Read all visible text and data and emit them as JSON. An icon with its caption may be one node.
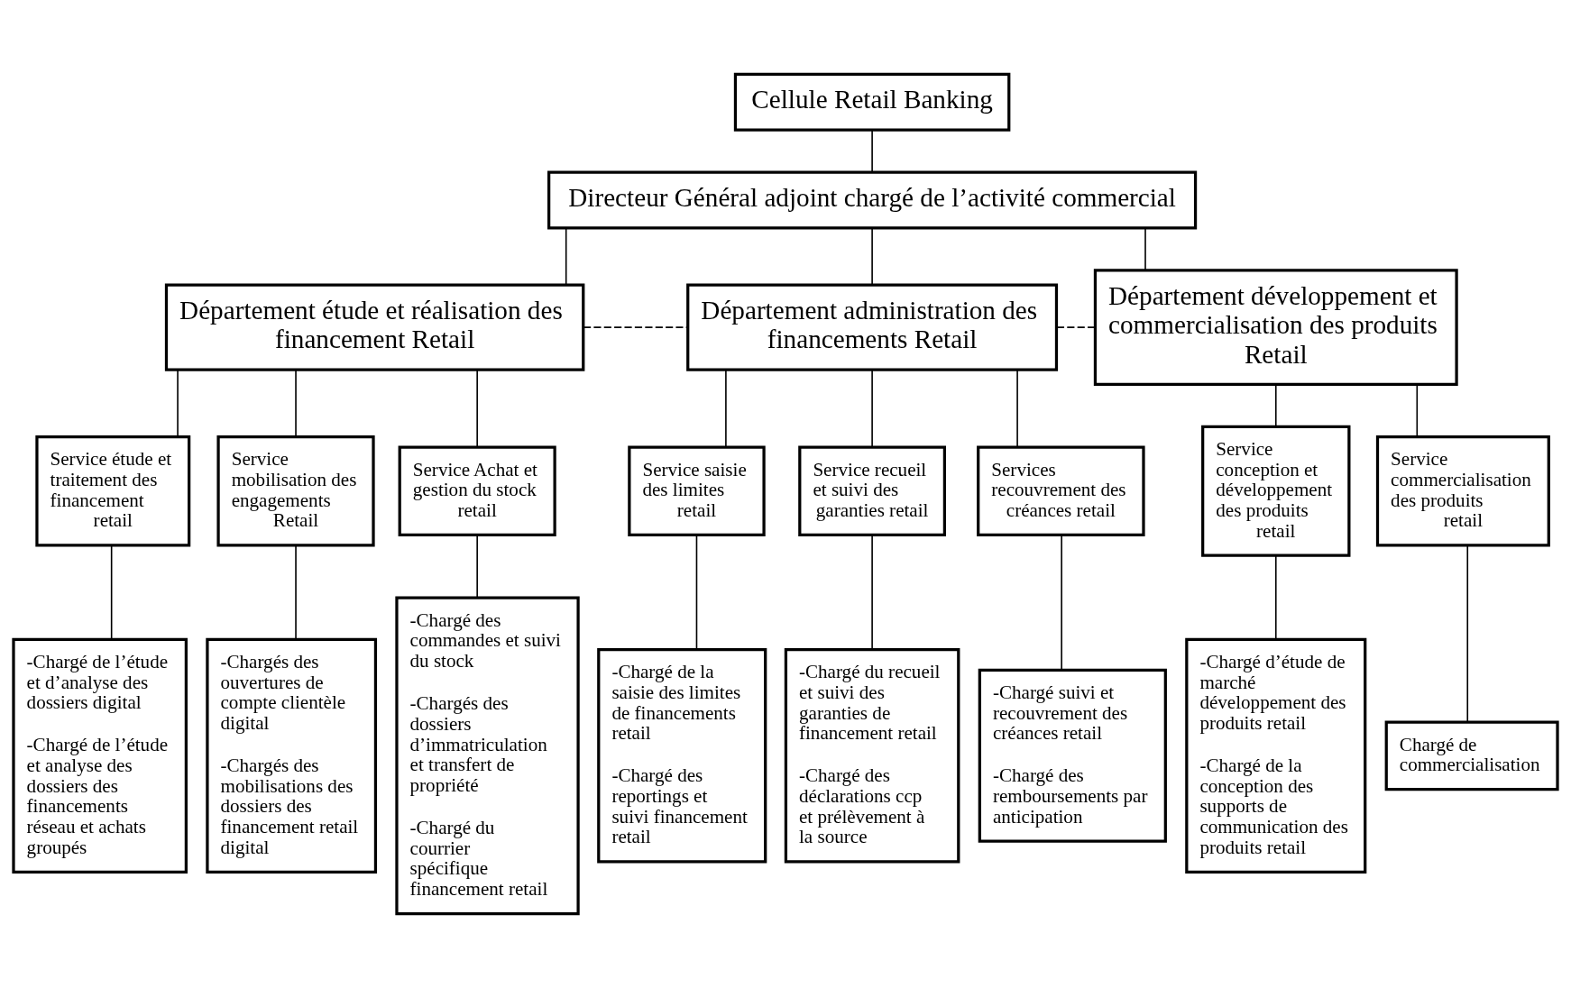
{
  "diagram": {
    "nodes": [
      {
        "text": [
          "Cellule Retail Banking"
        ]
      },
      {
        "text": [
          "Directeur Général adjoint chargé de l’activité commercial"
        ]
      },
      {
        "text": [
          "Département étude et réalisation des financement Retail"
        ]
      },
      {
        "text": [
          "Département administration des financements Retail"
        ]
      },
      {
        "text": [
          "Département développement et commercialisation des produits Retail"
        ]
      },
      {
        "text": [
          "Service étude et traitement des financement retail"
        ]
      },
      {
        "text": [
          "Service mobilisation des engagements Retail"
        ]
      },
      {
        "text": [
          "Service Achat et gestion du stock retail"
        ]
      },
      {
        "text": [
          "Service saisie des limites retail"
        ]
      },
      {
        "text": [
          "Service recueil et suivi des garanties retail"
        ]
      },
      {
        "text": [
          "Services recouvrement des créances retail"
        ]
      },
      {
        "text": [
          "Service conception et développement des produits retail"
        ]
      },
      {
        "text": [
          "Service commercialisation des produits retail"
        ]
      },
      {
        "text": [
          "-Chargé de l’étude et d’analyse des dossiers digital",
          "-Chargé de l’étude et analyse des dossiers des financements réseau et achats groupés"
        ]
      },
      {
        "text": [
          "-Chargés des ouvertures de compte clientèle digital",
          "-Chargés des mobilisations des dossiers des financement retail digital"
        ]
      },
      {
        "text": [
          "-Chargé des commandes et suivi du stock",
          "-Chargés des dossiers d’immatriculation et transfert de propriété",
          "-Chargé du courrier spécifique financement retail"
        ]
      },
      {
        "text": [
          "-Chargé de la saisie des limites de financements retail",
          "-Chargé des reportings et suivi financement retail"
        ]
      },
      {
        "text": [
          "-Chargé du recueil et suivi des garanties de financement retail",
          "-Chargé des déclarations ccp et prélèvement à la source"
        ]
      },
      {
        "text": [
          "-Chargé suivi et recouvrement des créances retail",
          "-Chargé des remboursements par anticipation"
        ]
      },
      {
        "text": [
          "-Chargé d’étude de marché développement des produits retail",
          "-Chargé de la conception des supports de communication des produits retail"
        ]
      },
      {
        "text": [
          "Chargé de commercialisation"
        ]
      }
    ],
    "edges": [
      {
        "from": 0,
        "to": 1,
        "arrow": "none"
      },
      {
        "from": 1,
        "to": 2,
        "arrow": "none"
      },
      {
        "from": 1,
        "to": 3,
        "arrow": "none"
      },
      {
        "from": 1,
        "to": 4,
        "arrow": "none"
      },
      {
        "from": 2,
        "to": 3,
        "arrow": "none",
        "style": "dashed"
      },
      {
        "from": 3,
        "to": 4,
        "arrow": "none",
        "style": "dashed"
      },
      {
        "from": 2,
        "to": 5,
        "arrow": "none"
      },
      {
        "from": 2,
        "to": 6,
        "arrow": "none"
      },
      {
        "from": 2,
        "to": 7,
        "arrow": "none"
      },
      {
        "from": 3,
        "to": 8,
        "arrow": "none"
      },
      {
        "from": 3,
        "to": 9,
        "arrow": "none"
      },
      {
        "from": 3,
        "to": 10,
        "arrow": "none"
      },
      {
        "from": 4,
        "to": 11,
        "arrow": "none"
      },
      {
        "from": 4,
        "to": 12,
        "arrow": "none"
      },
      {
        "from": 5,
        "to": 13,
        "arrow": "none"
      },
      {
        "from": 6,
        "to": 14,
        "arrow": "none"
      },
      {
        "from": 7,
        "to": 15,
        "arrow": "none"
      },
      {
        "from": 8,
        "to": 16,
        "arrow": "none"
      },
      {
        "from": 9,
        "to": 17,
        "arrow": "none"
      },
      {
        "from": 10,
        "to": 18,
        "arrow": "none"
      },
      {
        "from": 11,
        "to": 19,
        "arrow": "none"
      },
      {
        "from": 12,
        "to": 20,
        "arrow": "none"
      }
    ]
  }
}
